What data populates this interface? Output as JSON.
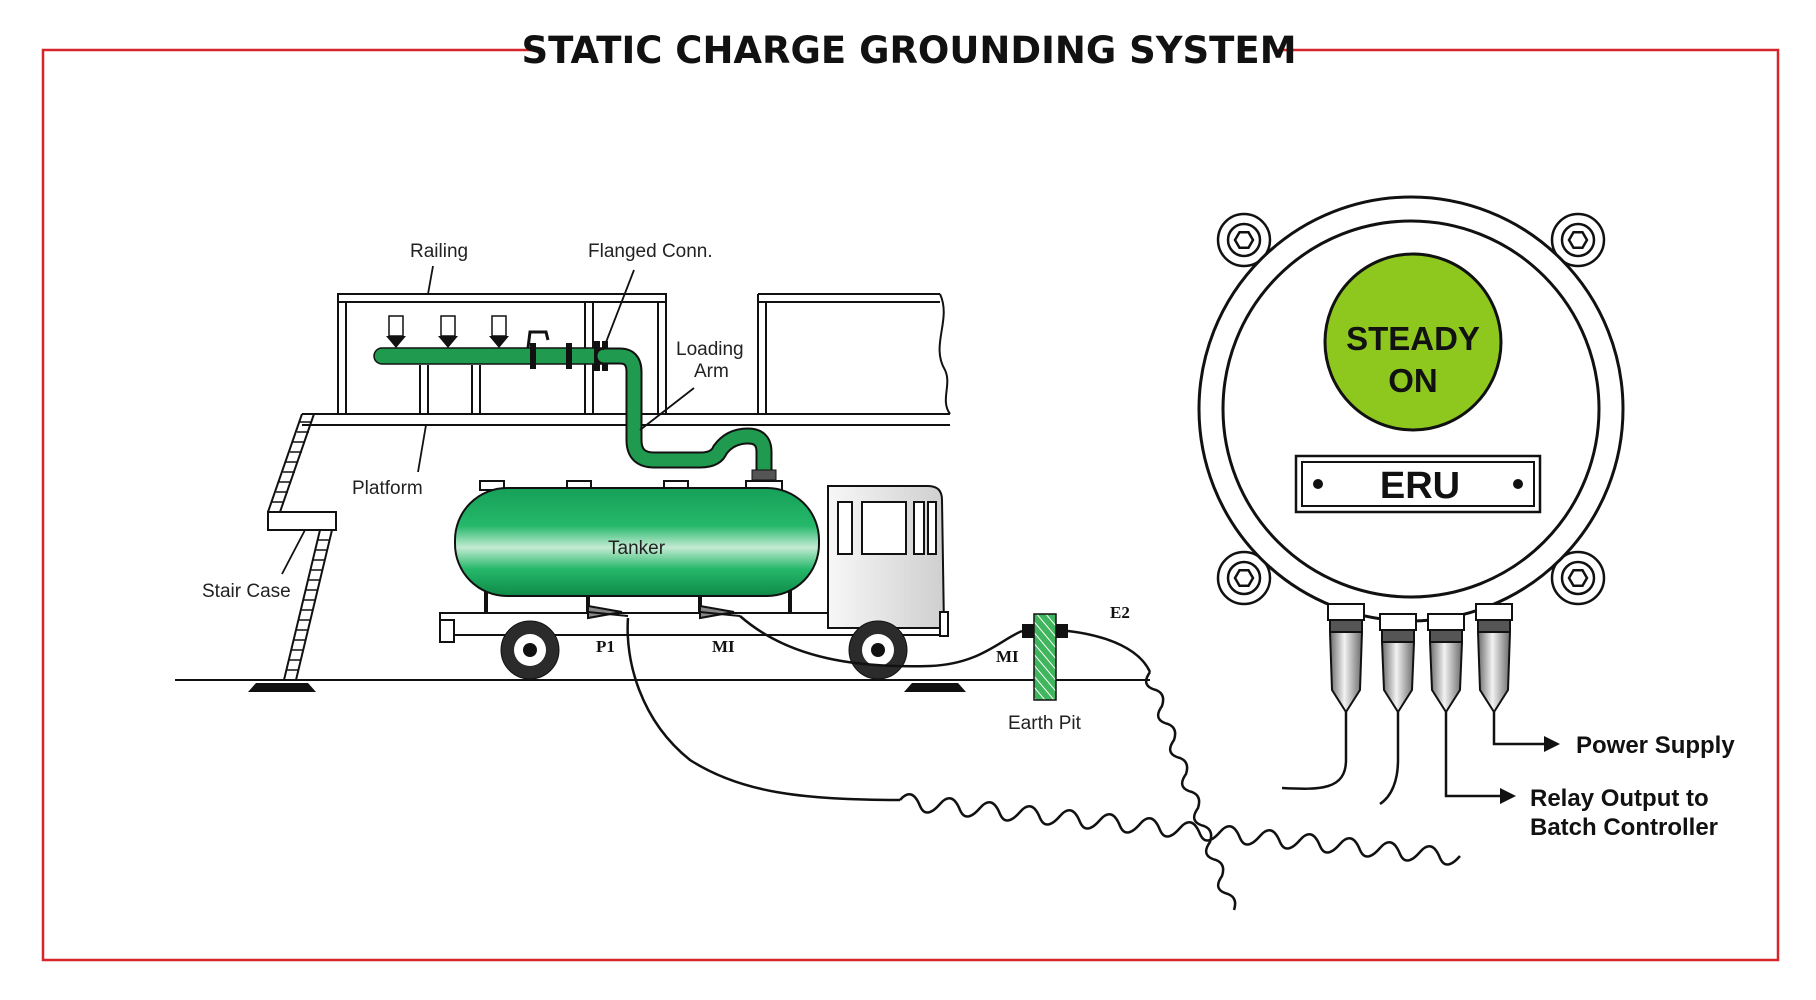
{
  "title": "STATIC CHARGE GROUNDING SYSTEM",
  "labels": {
    "railing": "Railing",
    "flanged_conn": "Flanged Conn.",
    "loading_arm_1": "Loading",
    "loading_arm_2": "Arm",
    "platform": "Platform",
    "tanker": "Tanker",
    "stair_case": "Stair Case",
    "p1": "P1",
    "mi_truck": "MI",
    "mi_pit": "MI",
    "e2": "E2",
    "earth_pit": "Earth Pit"
  },
  "eru": {
    "indicator_line1": "STEADY",
    "indicator_line2": "ON",
    "nameplate": "ERU",
    "outputs": {
      "power_supply": "Power Supply",
      "relay_line1": "Relay Output to",
      "relay_line2": "Batch Controller"
    }
  },
  "colors": {
    "frame": "#d6262b",
    "tank_green": "#19a85a",
    "tank_highlight": "#bfe8cf",
    "pipe_green": "#1f9a4e",
    "indicator_green": "#8ec81f",
    "truck_grey": "#e3e3e3",
    "earth_pit_green": "#34a853"
  },
  "icons": [
    "screw-hex-icon",
    "clamp-icon",
    "wheel-icon"
  ]
}
